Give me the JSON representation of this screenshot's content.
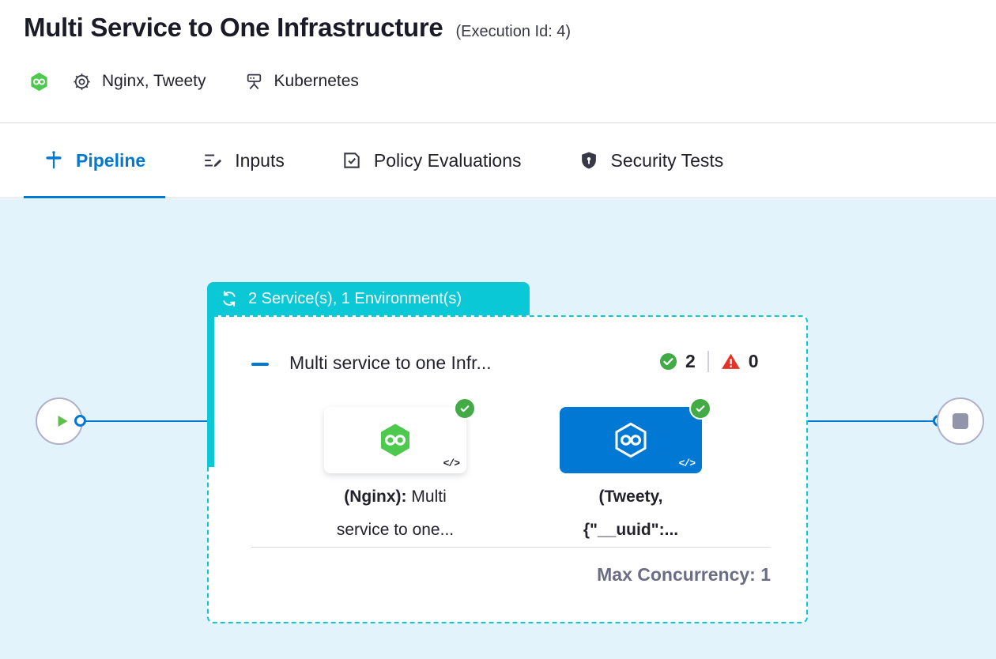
{
  "header": {
    "title": "Multi Service to One Infrastructure",
    "execution_id": "(Execution Id: 4)",
    "services": "Nginx, Tweety",
    "environments": "Kubernetes"
  },
  "tabs": {
    "pipeline": "Pipeline",
    "inputs": "Inputs",
    "policy": "Policy Evaluations",
    "security": "Security Tests"
  },
  "stage": {
    "badge": "2 Service(s), 1 Environment(s)",
    "title": "Multi service to one Infr...",
    "success_count": "2",
    "error_count": "0",
    "max_concurrency": "Max Concurrency: 1",
    "nodes": [
      {
        "bold": "(Nginx):",
        "rest": "Multi service to one...",
        "code_glyph": "</>"
      },
      {
        "bold": "(Tweety, {\"__uuid\":...",
        "rest": "",
        "code_glyph": "</>"
      }
    ]
  },
  "colors": {
    "teal": "#0bc8d6",
    "blue": "#0278d5",
    "green": "#42ab45",
    "red": "#e43326",
    "canvas_bg": "#e3f3fc"
  }
}
